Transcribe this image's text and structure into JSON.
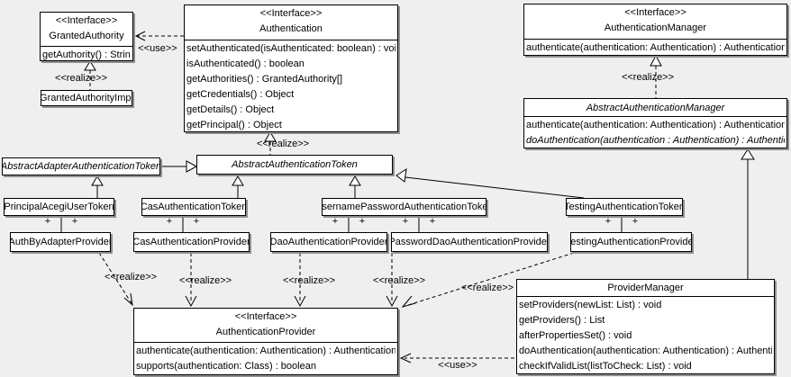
{
  "labels": {
    "interface_stereotype": "<<Interface>>",
    "realize": "<<realize>>",
    "use": "<<use>>",
    "plus": "+"
  },
  "classes": {
    "granted_authority": {
      "stereotype": "<<Interface>>",
      "name": "GrantedAuthority",
      "methods": [
        "getAuthority() : String"
      ]
    },
    "granted_authority_impl": {
      "name": "GrantedAuthorityImpl"
    },
    "authentication": {
      "stereotype": "<<Interface>>",
      "name": "Authentication",
      "methods": [
        "setAuthenticated(isAuthenticated: boolean) : void",
        "isAuthenticated() : boolean",
        "getAuthorities() : GrantedAuthority[]",
        "getCredentials() : Object",
        "getDetails() : Object",
        "getPrincipal() : Object"
      ]
    },
    "authentication_manager": {
      "stereotype": "<<Interface>>",
      "name": "AuthenticationManager",
      "methods": [
        "authenticate(authentication: Authentication) : Authentication"
      ]
    },
    "abstract_authentication_manager": {
      "name": "AbstractAuthenticationManager",
      "methods": [
        "authenticate(authentication: Authentication) : Authentication",
        "doAuthentication(authentication : Authentication) : Authentication"
      ]
    },
    "abstract_adapter_authentication_token": {
      "name": "AbstractAdapterAuthenticationToken"
    },
    "abstract_authentication_token": {
      "name": "AbstractAuthenticationToken"
    },
    "principal_acegi_user_token": {
      "name": "PrincipalAcegiUserToken"
    },
    "cas_authentication_token": {
      "name": "CasAuthenticationToken"
    },
    "username_password_authentication_token": {
      "name": "UsernamePasswordAuthenticationToken"
    },
    "testing_authentication_token": {
      "name": "TestingAuthenticationToken"
    },
    "auth_by_adapter_provider": {
      "name": "AuthByAdapterProvider"
    },
    "cas_authentication_provider": {
      "name": "CasAuthenticationProvider"
    },
    "dao_authentication_provider": {
      "name": "DaoAuthenticationProvider"
    },
    "password_dao_authentication_provider": {
      "name": "PasswordDaoAuthenticationProvider"
    },
    "testing_authentication_provider": {
      "name": "TestingAuthenticationProvider"
    },
    "authentication_provider": {
      "stereotype": "<<Interface>>",
      "name": "AuthenticationProvider",
      "methods": [
        "authenticate(authentication: Authentication) : Authentication",
        "supports(authentication: Class) : boolean"
      ]
    },
    "provider_manager": {
      "name": "ProviderManager",
      "methods": [
        "setProviders(newList: List) : void",
        "getProviders() : List",
        "afterPropertiesSet() : void",
        "doAuthentication(authentication: Authentication) : Authentication",
        "checkIfValidList(listToCheck: List) : void"
      ]
    }
  },
  "colors": {
    "background": "#efefef",
    "box_fill": "#ffffff",
    "line": "#000000",
    "shadow": "#8f8f8f"
  }
}
